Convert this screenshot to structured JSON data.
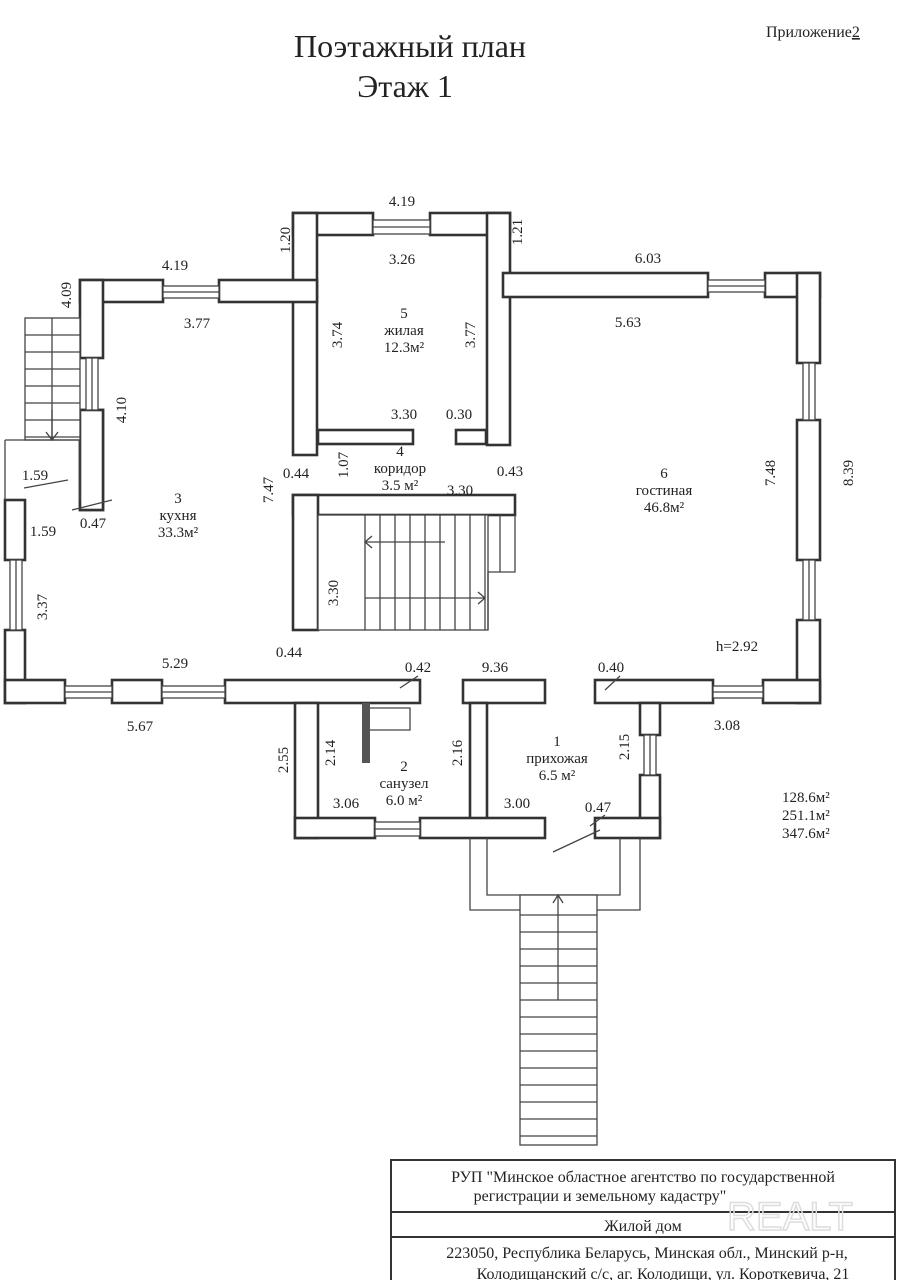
{
  "header": {
    "title": "Поэтажный план",
    "floor": "Этаж  1",
    "appendix": "Приложение",
    "appendix_number": "2"
  },
  "rooms": [
    {
      "number": "5",
      "name": "жилая",
      "area": "12.3м²"
    },
    {
      "number": "4",
      "name": "коридор",
      "area": "3.5 м²"
    },
    {
      "number": "3",
      "name": "кухня",
      "area": "33.3м²"
    },
    {
      "number": "6",
      "name": "гостиная",
      "area": "46.8м²"
    },
    {
      "number": "2",
      "name": "санузел",
      "area": "6.0 м²"
    },
    {
      "number": "1",
      "name": "прихожая",
      "area": "6.5 м²"
    }
  ],
  "dimensions": [
    "4.19",
    "1.20",
    "3.26",
    "1.21",
    "4.19",
    "6.03",
    "4.09",
    "3.77",
    "5.63",
    "3.74",
    "3.77",
    "4.10",
    "3.30",
    "0.30",
    "0.44",
    "1.07",
    "0.43",
    "7.47",
    "3.30",
    "7.48",
    "8.39",
    "1.59",
    "1.59",
    "0.47",
    "3.37",
    "3.30",
    "0.44",
    "h=2.92",
    "5.29",
    "0.42",
    "9.36",
    "0.40",
    "5.67",
    "3.08",
    "2.55",
    "2.14",
    "2.16",
    "2.15",
    "3.06",
    "3.00",
    "0.47"
  ],
  "totals": [
    "128.6м²",
    "251.1м²",
    "347.6м²"
  ],
  "title_block": {
    "organization": "РУП \"Минское областное агентство по государственной",
    "organization_line2": "регистрации и земельному кадастру\"",
    "object": "Жилой дом",
    "address_line1": "223050, Республика Беларусь, Минская обл., Минский р-н,",
    "address_line2": "Колодищанский с/с, аг. Колодищи, ул. Короткевича, 21"
  },
  "watermark": "REALT"
}
